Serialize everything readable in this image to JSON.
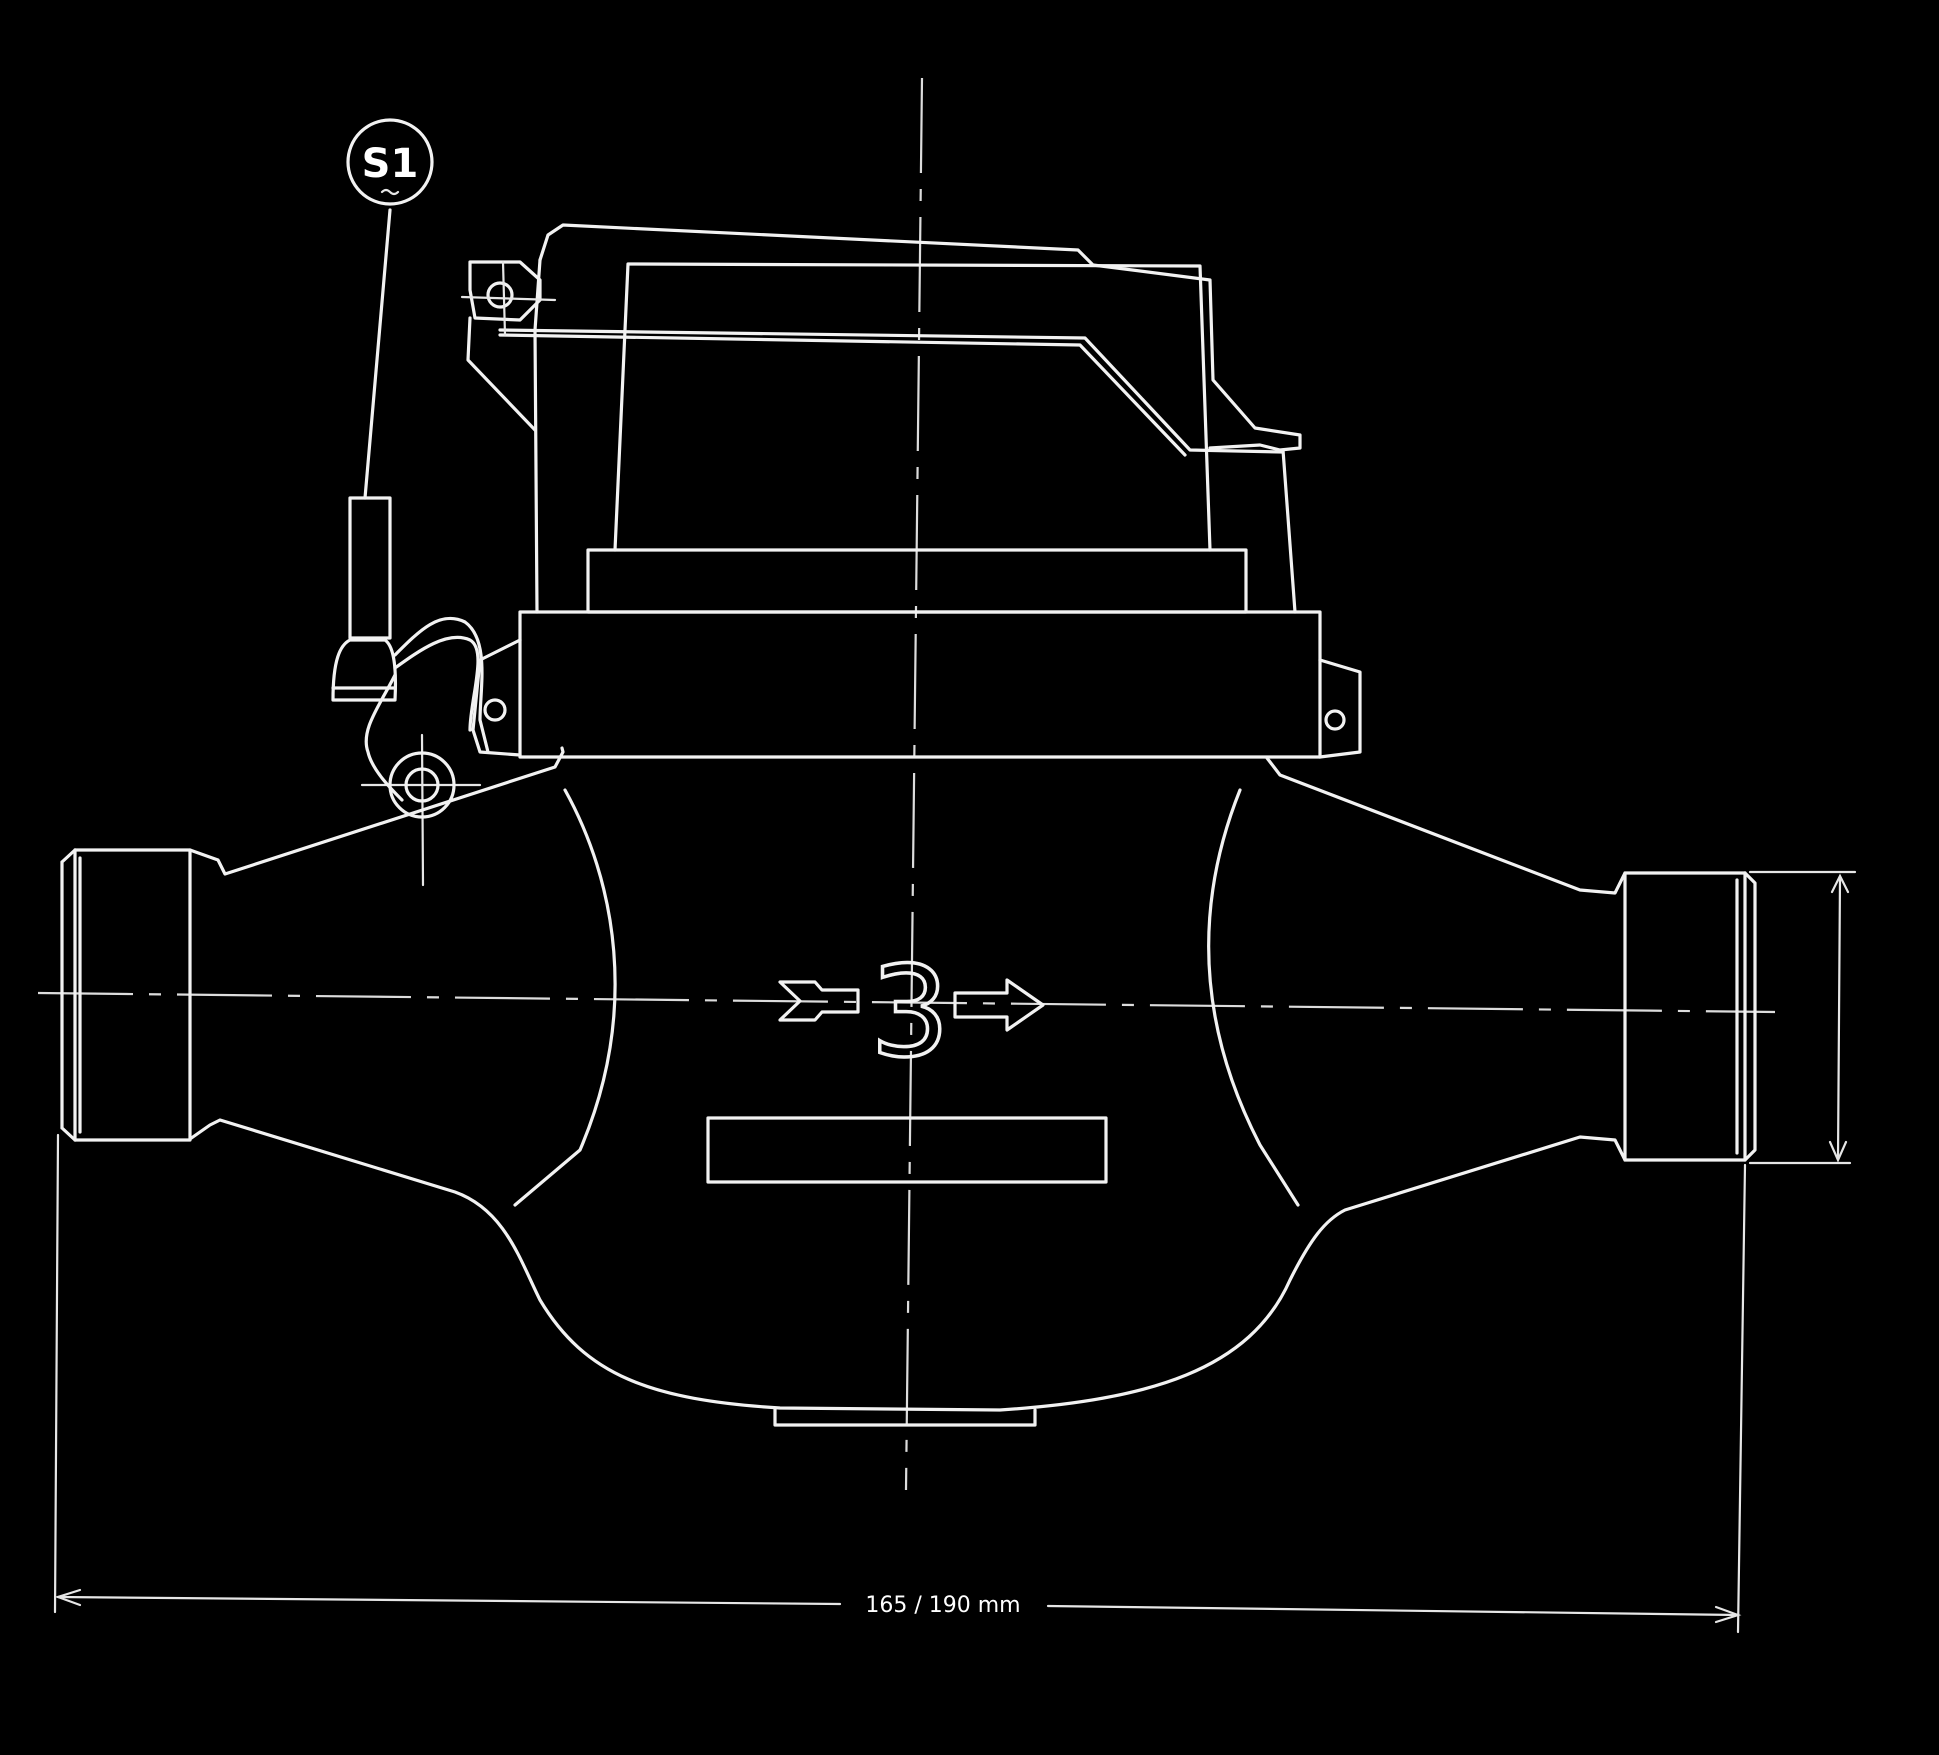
{
  "callout": {
    "label": "S1"
  },
  "body_marking": {
    "label": "3"
  },
  "dimension": {
    "length_label": "165 / 190 mm"
  },
  "colors": {
    "background": "#000000",
    "line": "#f2f2f2"
  },
  "icons": {
    "flow_direction": "arrow-right-icon",
    "pivot": "circle-icon"
  }
}
